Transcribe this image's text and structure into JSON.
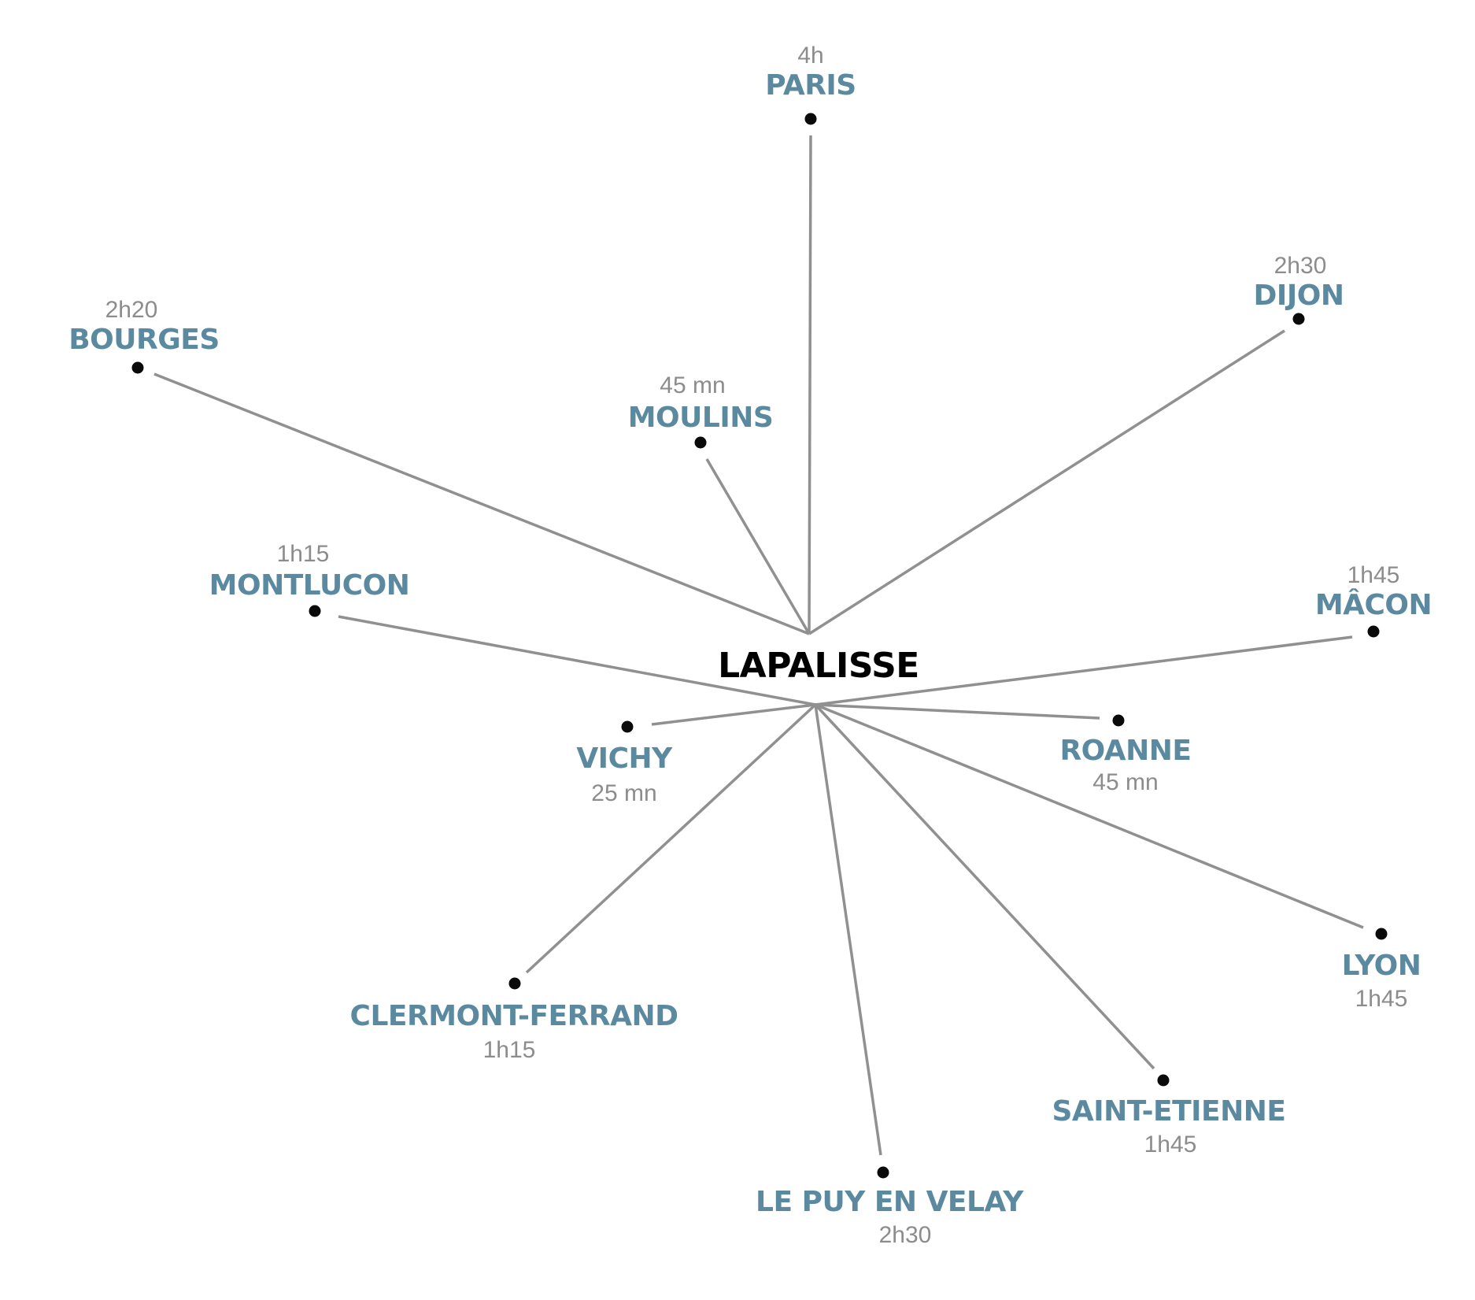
{
  "colors": {
    "city_name": "#5b8aa0",
    "time": "#8c8c8c",
    "hub": "#000000",
    "line": "#909090",
    "dot": "#0a0a0a"
  },
  "hub": {
    "name": "LAPALISSE"
  },
  "destinations": [
    {
      "id": "paris",
      "name": "PARIS",
      "time": "4h"
    },
    {
      "id": "dijon",
      "name": "DIJON",
      "time": "2h30"
    },
    {
      "id": "bourges",
      "name": "BOURGES",
      "time": "2h20"
    },
    {
      "id": "moulins",
      "name": "MOULINS",
      "time": "45 mn"
    },
    {
      "id": "montlucon",
      "name": "MONTLUCON",
      "time": "1h15"
    },
    {
      "id": "macon",
      "name": "MÂCON",
      "time": "1h45"
    },
    {
      "id": "vichy",
      "name": "VICHY",
      "time": "25 mn"
    },
    {
      "id": "roanne",
      "name": "ROANNE",
      "time": "45 mn"
    },
    {
      "id": "lyon",
      "name": "LYON",
      "time": "1h45"
    },
    {
      "id": "clermont-ferrand",
      "name": "CLERMONT-FERRAND",
      "time": "1h15"
    },
    {
      "id": "saint-etienne",
      "name": "SAINT-ETIENNE",
      "time": "1h45"
    },
    {
      "id": "le-puy-en-velay",
      "name": "LE PUY EN VELAY",
      "time": "2h30"
    }
  ]
}
